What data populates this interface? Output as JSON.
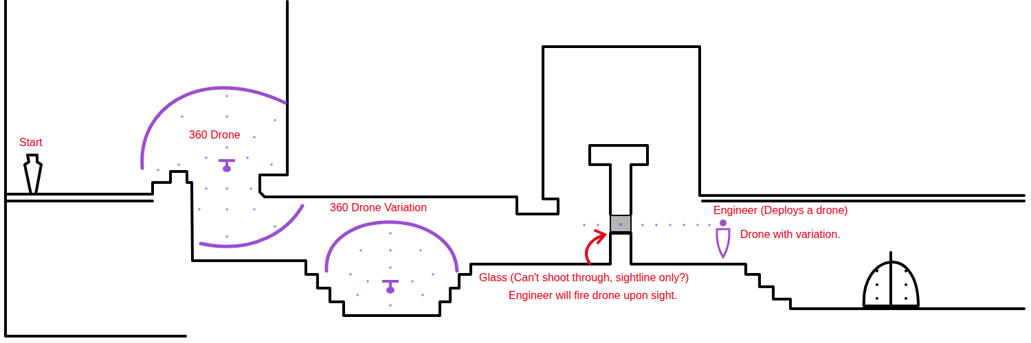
{
  "diagram": {
    "labels": [
      "Start",
      "360 Drone",
      "360 Drone Variation",
      "Engineer (Deploys a drone)",
      "Drone with variation.",
      "Glass (Can't shoot through, sightline only?)",
      "Engineer will fire drone upon sight."
    ]
  }
}
